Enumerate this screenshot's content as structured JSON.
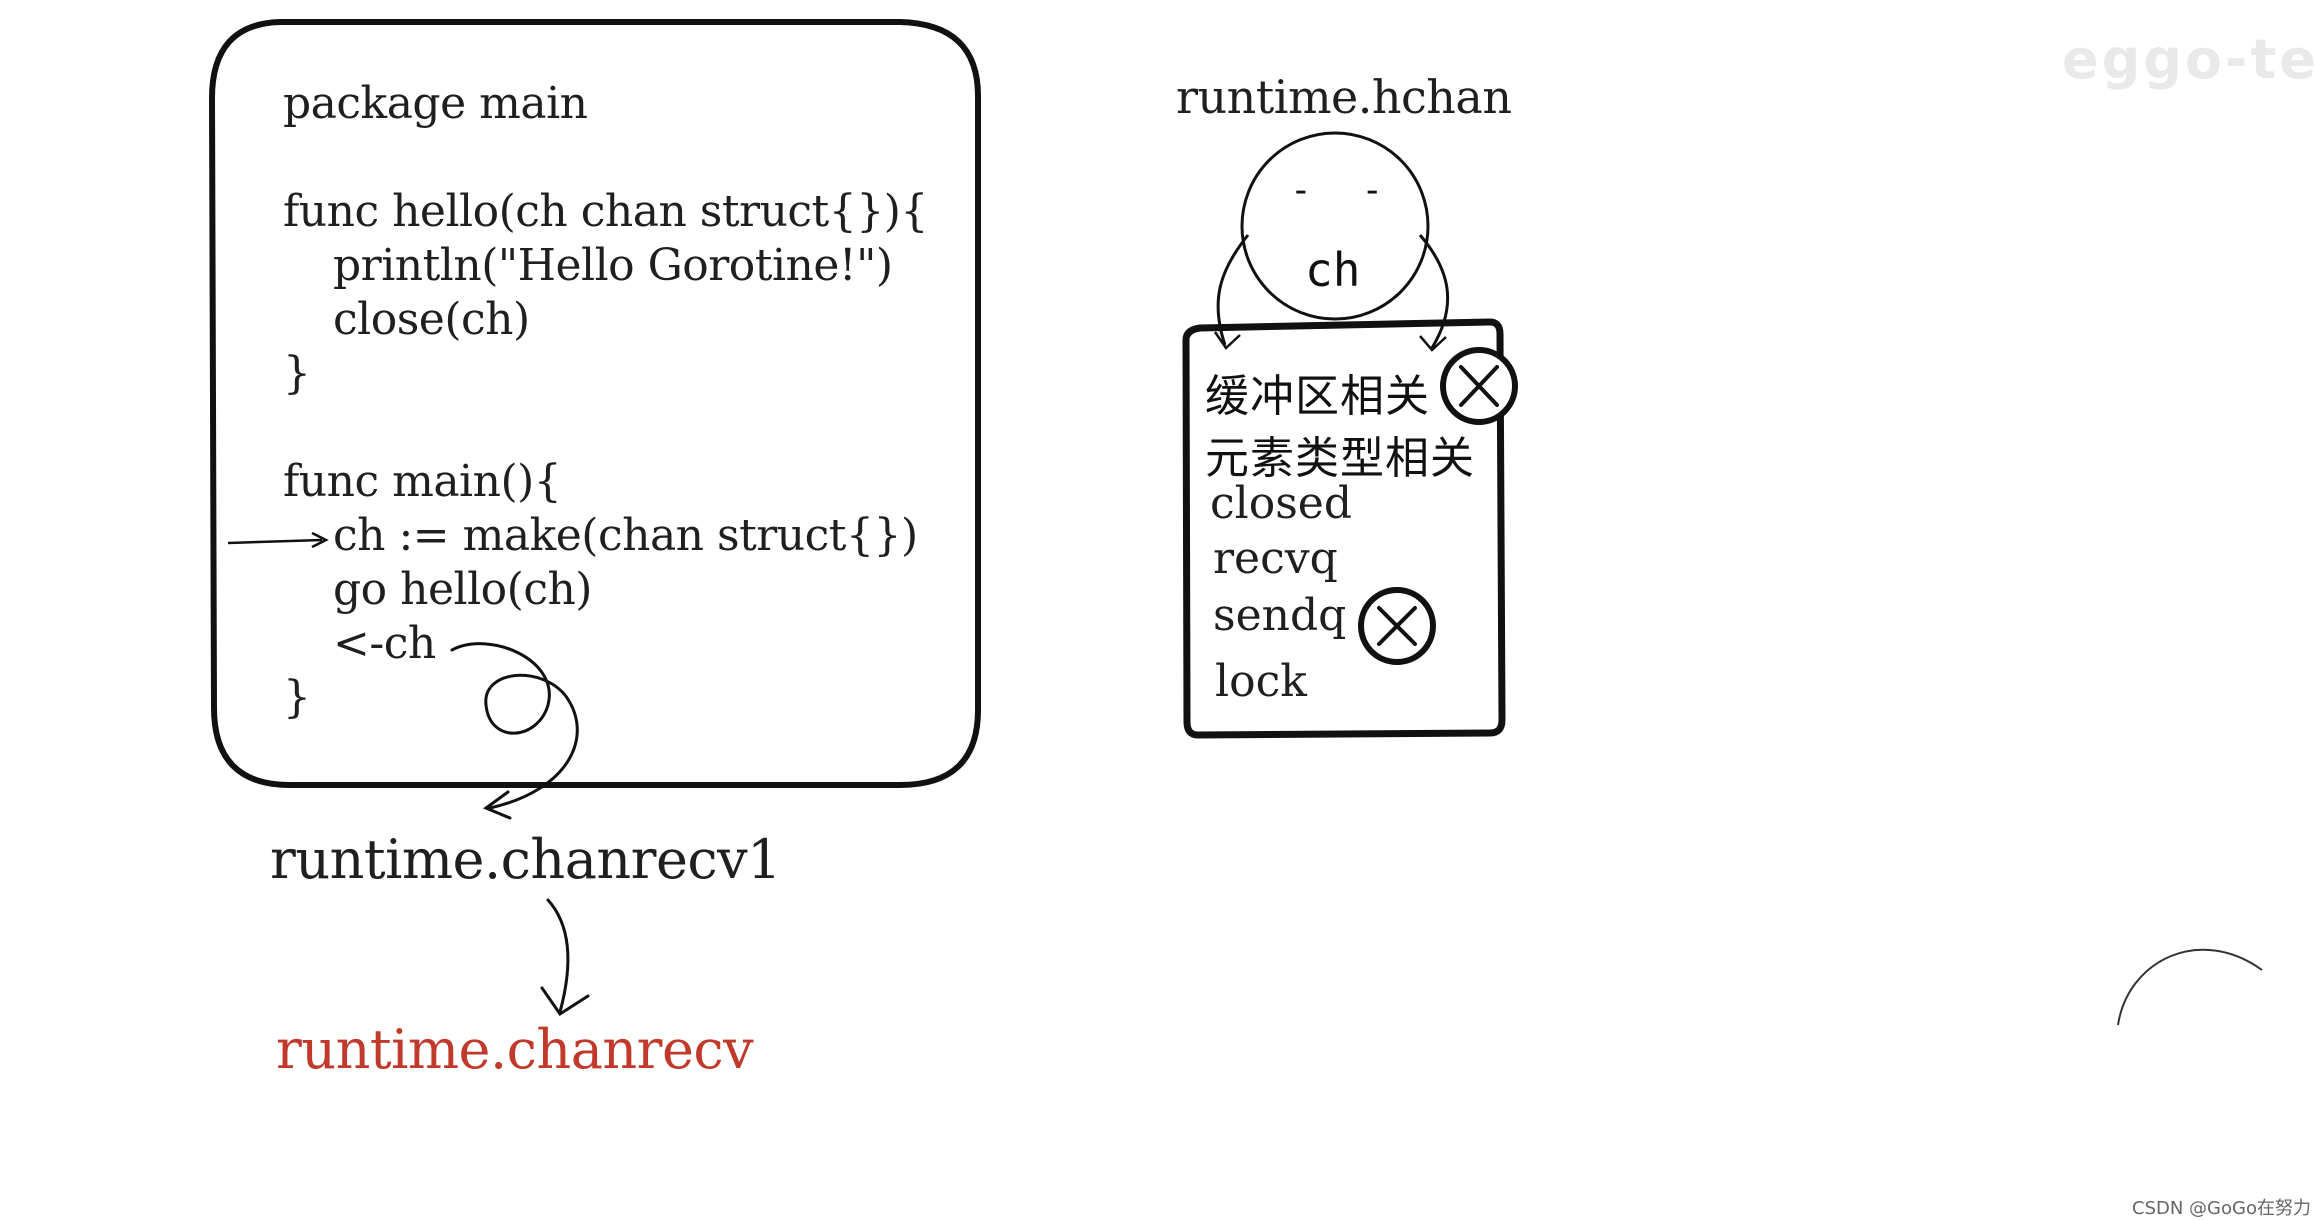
{
  "code": {
    "lines": [
      "package main",
      "func hello(ch chan struct{}){",
      "println(\"Hello Gorotine!\")",
      "close(ch)",
      "}",
      "func main(){",
      "ch := make(chan struct{})",
      "go hello(ch)",
      "<-ch",
      "}"
    ]
  },
  "flow": {
    "chanrecv1": "runtime.chanrecv1",
    "chanrecv": "runtime.chanrecv"
  },
  "hchan": {
    "title": "runtime.hchan",
    "face_eyes": "- -",
    "face_label": "ch",
    "fields": [
      {
        "label": "缓冲区相关",
        "crossed": true
      },
      {
        "label": "元素类型相关",
        "crossed": false
      },
      {
        "label": "closed",
        "crossed": false
      },
      {
        "label": "recvq",
        "crossed": false
      },
      {
        "label": "sendq",
        "crossed": true
      },
      {
        "label": "lock",
        "crossed": false
      }
    ]
  },
  "watermark": "eggo-tech",
  "footer": "CSDN @GoGo在努力",
  "colors": {
    "ink": "#1f1f1f",
    "highlight": "#c0392b",
    "background": "#ffffff"
  }
}
